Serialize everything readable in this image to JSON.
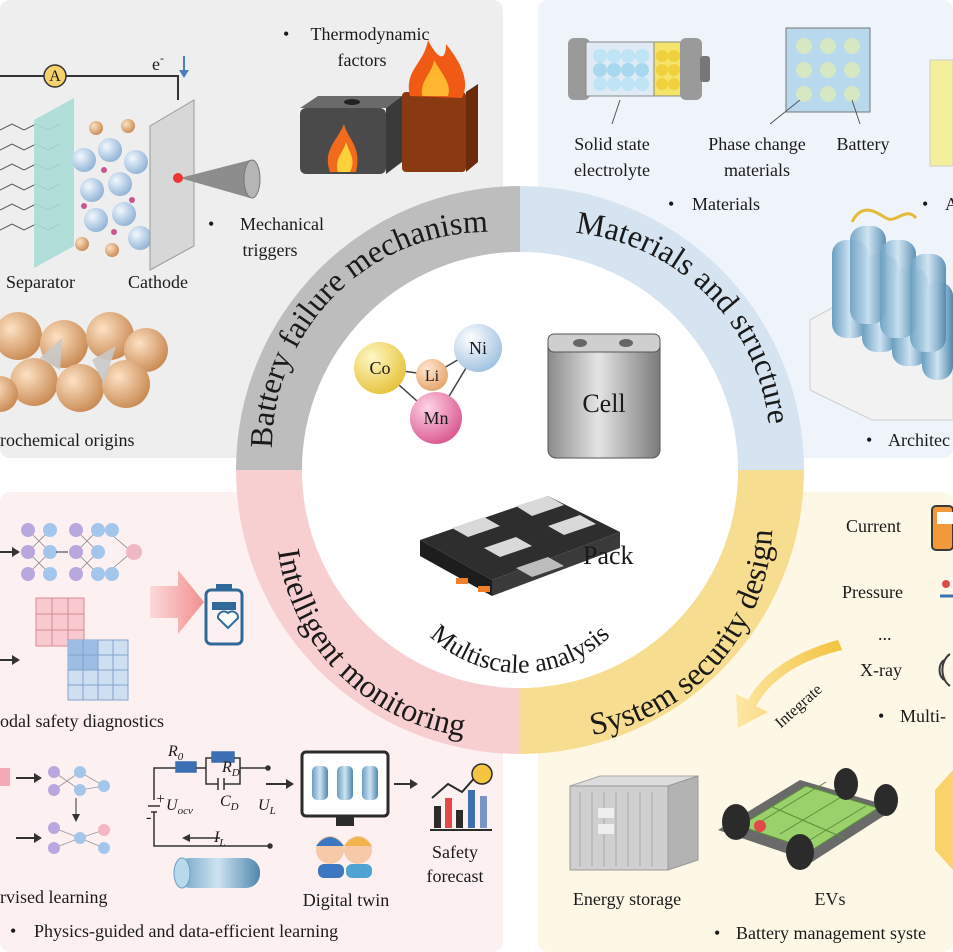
{
  "colors": {
    "top_left_bg": "#eeeeee",
    "top_right_bg": "#eef4fa",
    "bottom_left_bg": "#fdf0f0",
    "bottom_right_bg": "#fdf7e6",
    "gray_ring": "#bdbdbd",
    "blue_ring": "#d6e4f2",
    "pink_ring": "#f7cfd0",
    "yellow_ring": "#f7dd8f"
  },
  "quadrants": {
    "failure": {
      "title": "Battery failure mechanism",
      "thermo_1": "Thermodynamic",
      "thermo_2": "factors",
      "mech_1": "Mechanical",
      "mech_2": "triggers",
      "separator": "Separator",
      "cathode": "Cathode",
      "ammeter": "A",
      "electron": "e",
      "electron_sup": "-",
      "electrochem": "rochemical origins"
    },
    "materials": {
      "title": "Materials and structure",
      "sse_1": "Solid state",
      "sse_2": "electrolyte",
      "pcm_1": "Phase change",
      "pcm_2": "materials",
      "battery": "Battery",
      "materials": "Materials",
      "a_label": "A",
      "architecture": "Architec"
    },
    "monitoring": {
      "title": "Intelligent monitoring",
      "modal": "odal safety diagnostics",
      "supervised": "rvised learning",
      "digital_twin": "Digital twin",
      "safety_1": "Safety",
      "safety_2": "forecast",
      "physics": "Physics-guided and data-efficient learning",
      "r0": "R",
      "r0_sub": "0",
      "rd": "R",
      "rd_sub": "D",
      "cd": "C",
      "cd_sub": "D",
      "uocv": "U",
      "uocv_sub": "ocv",
      "ul": "U",
      "ul_sub": "L",
      "il": "I",
      "il_sub": "L",
      "plus": "+",
      "minus": "-"
    },
    "system": {
      "title": "System security design",
      "current": "Current",
      "pressure": "Pressure",
      "dots": "...",
      "xray": "X-ray",
      "multi": "Multi-",
      "integrate": "Integrate",
      "energy": "Energy storage",
      "evs": "EVs",
      "bms": "Battery management syste"
    }
  },
  "center": {
    "co": "Co",
    "li": "Li",
    "ni": "Ni",
    "mn": "Mn",
    "cell": "Cell",
    "pack": "Pack",
    "multiscale": "Multiscale analysis"
  },
  "bullet": "•"
}
